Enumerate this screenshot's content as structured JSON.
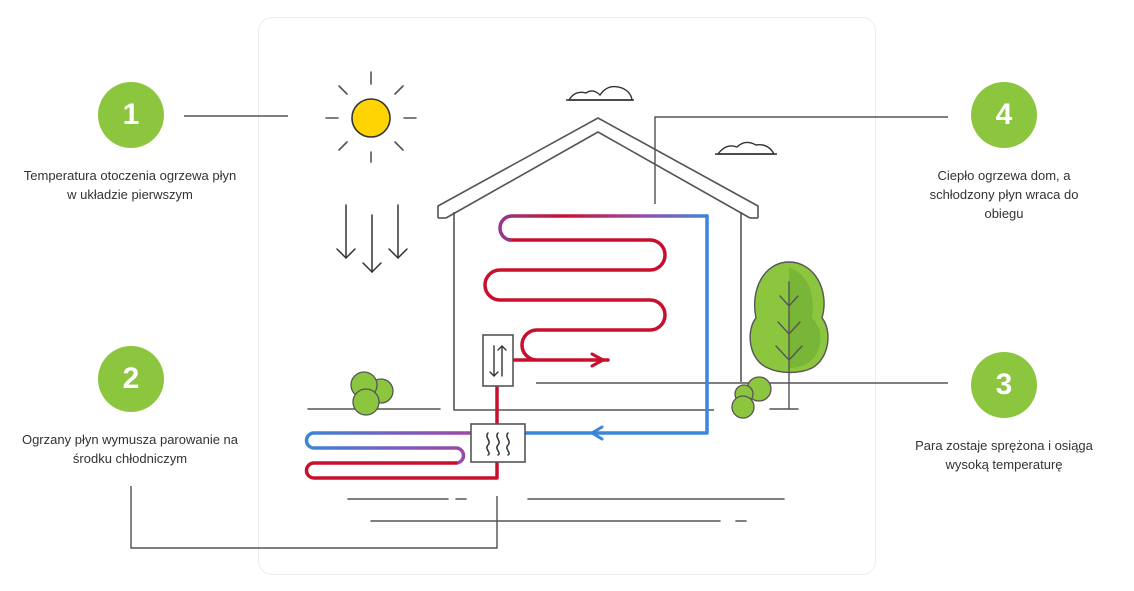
{
  "steps": [
    {
      "number": "1",
      "text": "Temperatura otoczenia ogrzewa płyn w układzie pierwszym"
    },
    {
      "number": "2",
      "text": "Ogrzany płyn wymusza parowanie na środku chłodniczym"
    },
    {
      "number": "3",
      "text": "Para zostaje sprężona i osiąga wysoką temperaturę"
    },
    {
      "number": "4",
      "text": "Ciepło ogrzewa dom, a schłodzony płyn wraca do obiegu"
    }
  ],
  "colors": {
    "accent": "#8cc63f",
    "hot": "#c8102e",
    "cold": "#3a86d8",
    "line": "#555555",
    "sun": "#ffd400"
  },
  "icons": {
    "sun": "sun-icon",
    "clouds": "cloud-icon",
    "trees": "tree-icon",
    "bushes": "bush-icon",
    "compressor": "compressor-icon",
    "evaporator": "heat-exchanger-icon"
  }
}
